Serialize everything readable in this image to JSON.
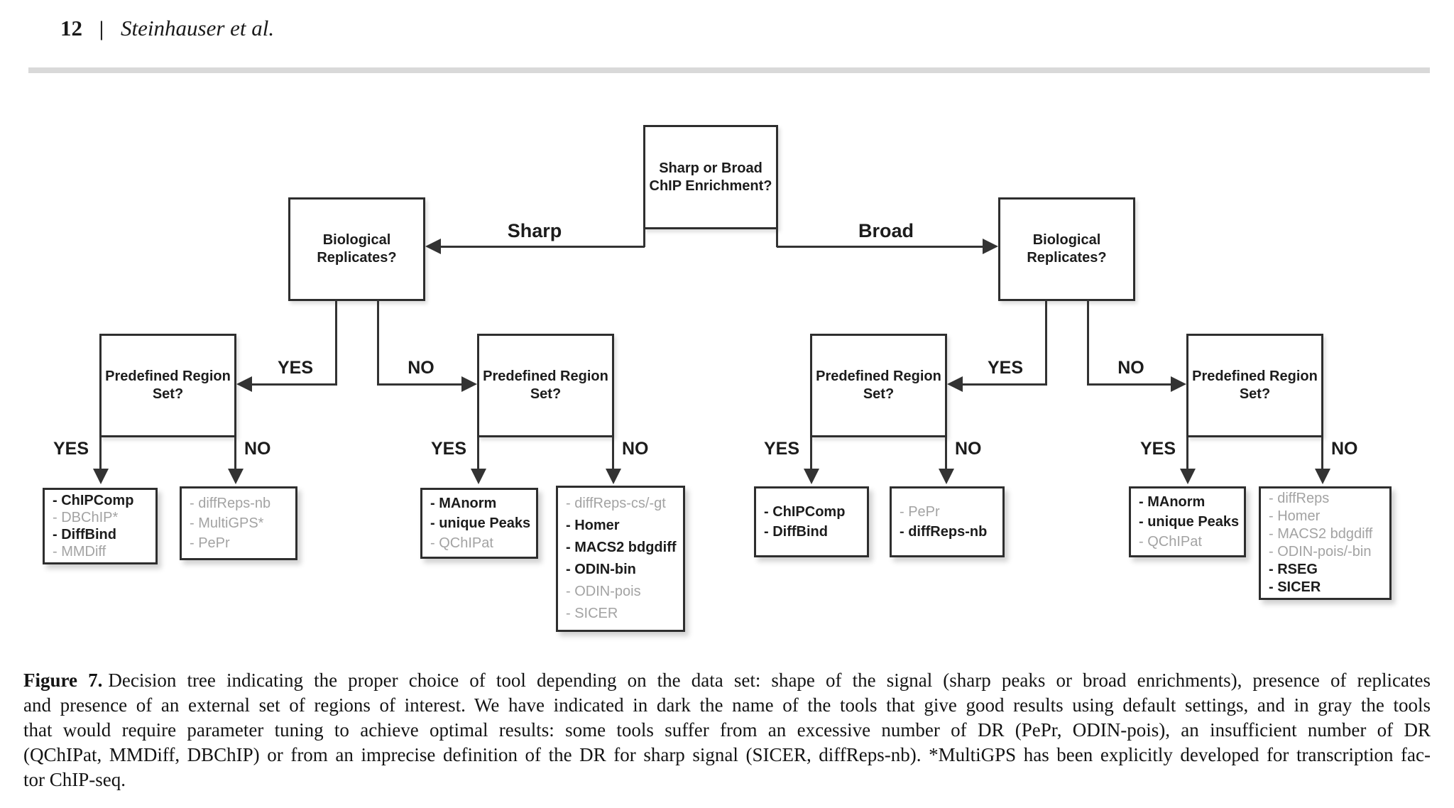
{
  "page": {
    "number": "12",
    "separator": "|",
    "authors": "Steinhauser et al."
  },
  "diagram": {
    "root_label": "Sharp or Broad ChIP Enrichment?",
    "branch_sharp": "Sharp",
    "branch_broad": "Broad",
    "yes": "YES",
    "no": "NO",
    "biological_label": "Biological Replicates?",
    "predefined_label": "Predefined Region Set?",
    "colors": {
      "dark_tool": "#1c1c1c",
      "gray_tool": "#a3a3a3",
      "line": "#333333"
    },
    "leaves": {
      "sharp_replicates_yes": {
        "items": [
          {
            "text": "- ChIPComp",
            "tone": "dark"
          },
          {
            "text": "- DBChIP*",
            "tone": "gray"
          },
          {
            "text": "- DiffBind",
            "tone": "dark"
          },
          {
            "text": "- MMDiff",
            "tone": "gray"
          }
        ]
      },
      "sharp_replicates_no": {
        "items": [
          {
            "text": "- diffReps-nb",
            "tone": "gray"
          },
          {
            "text": "- MultiGPS*",
            "tone": "gray"
          },
          {
            "text": "- PePr",
            "tone": "gray"
          }
        ]
      },
      "sharp_noreplicates_yes": {
        "items": [
          {
            "text": "- MAnorm",
            "tone": "dark"
          },
          {
            "text": "- unique Peaks",
            "tone": "dark"
          },
          {
            "text": "- QChIPat",
            "tone": "gray"
          }
        ]
      },
      "sharp_noreplicates_no": {
        "items": [
          {
            "text": "- diffReps-cs/-gt",
            "tone": "gray"
          },
          {
            "text": "- Homer",
            "tone": "dark"
          },
          {
            "text": "- MACS2 bdgdiff",
            "tone": "dark"
          },
          {
            "text": "- ODIN-bin",
            "tone": "dark"
          },
          {
            "text": "- ODIN-pois",
            "tone": "gray"
          },
          {
            "text": "- SICER",
            "tone": "gray"
          }
        ]
      },
      "broad_replicates_yes": {
        "items": [
          {
            "text": "- ChIPComp",
            "tone": "dark"
          },
          {
            "text": "- DiffBind",
            "tone": "dark"
          }
        ]
      },
      "broad_replicates_no": {
        "items": [
          {
            "text": "- PePr",
            "tone": "gray"
          },
          {
            "text": "- diffReps-nb",
            "tone": "dark"
          }
        ]
      },
      "broad_noreplicates_yes": {
        "items": [
          {
            "text": "- MAnorm",
            "tone": "dark"
          },
          {
            "text": "- unique Peaks",
            "tone": "dark"
          },
          {
            "text": "- QChIPat",
            "tone": "gray"
          }
        ]
      },
      "broad_noreplicates_no": {
        "items": [
          {
            "text": "- diffReps",
            "tone": "gray"
          },
          {
            "text": "- Homer",
            "tone": "gray"
          },
          {
            "text": "- MACS2 bdgdiff",
            "tone": "gray"
          },
          {
            "text": "- ODIN-pois/-bin",
            "tone": "gray"
          },
          {
            "text": "- RSEG",
            "tone": "dark"
          },
          {
            "text": "- SICER",
            "tone": "dark"
          }
        ]
      }
    }
  },
  "caption": {
    "label": "Figure 7.",
    "lines": [
      "Decision tree indicating the proper choice of tool depending on the data set: shape of the signal (sharp peaks or broad enrichments), presence of replicates",
      "and presence of an external set of regions of interest. We have indicated in dark the name of the tools that give good results using default settings, and in gray the tools",
      "that would require parameter tuning to achieve optimal results: some tools suffer from an excessive number of DR (PePr, ODIN-pois), an insufficient number of DR",
      "(QChIPat, MMDiff, DBChIP) or from an imprecise definition of the DR for sharp signal (SICER, diffReps-nb). *MultiGPS has been explicitly developed for transcription fac-",
      "tor ChIP-seq."
    ]
  }
}
